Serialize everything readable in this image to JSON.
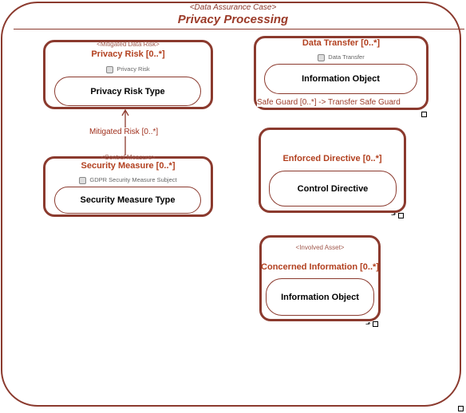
{
  "diagram": {
    "stereotype": "<Data Assurance Case>",
    "title": "Privacy Processing"
  },
  "privacy_risk": {
    "stereotype": "<Mitigated Data Risk>",
    "title": "Privacy Risk [0..*]",
    "sub": "Privacy Risk",
    "pill": "Privacy Risk Type"
  },
  "security_measure": {
    "stereotype": "<Control Measure>",
    "title": "Security Measure [0..*]",
    "sub": "GDPR Security Measure Subject",
    "pill": "Security Measure Type"
  },
  "connector": {
    "label": "Mitigated Risk [0..*]"
  },
  "data_transfer": {
    "title": "Data Transfer [0..*]",
    "sub": "Data Transfer",
    "pill": "Information Object",
    "safe_guard": "Safe Guard [0..*] -> Transfer Safe Guard"
  },
  "enforced_directive": {
    "title": "Enforced Directive [0..*]",
    "pill": "Control Directive"
  },
  "concerned_information": {
    "stereotype": "<Involved Asset>",
    "title": "Concerned Information [0..*]",
    "pill": "Information Object"
  },
  "colors": {
    "border": "#8b3a2e",
    "title": "#b2401f"
  }
}
